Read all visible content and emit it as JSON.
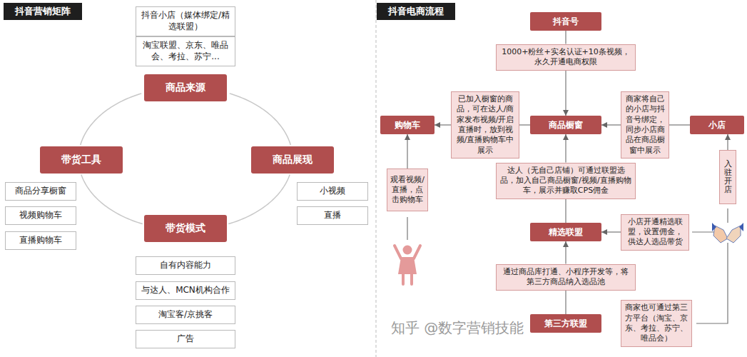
{
  "diagram": {
    "nodes": [
      {
        "text": [
          "抖音营销矩阵"
        ]
      },
      {
        "text": [
          "抖音小店（媒体绑定/精选联盟）"
        ]
      },
      {
        "text": [
          "淘宝联盟、京东、唯品会、考拉、苏宁..."
        ]
      },
      {
        "text": [
          "商品来源"
        ]
      },
      {
        "text": [
          "带货工具"
        ]
      },
      {
        "text": [
          "商品展现"
        ]
      },
      {
        "text": [
          "带货模式"
        ]
      },
      {
        "text": [
          "商品分享橱窗"
        ]
      },
      {
        "text": [
          "视频购物车"
        ]
      },
      {
        "text": [
          "直播购物车"
        ]
      },
      {
        "text": [
          "小视频"
        ]
      },
      {
        "text": [
          "直播"
        ]
      },
      {
        "text": [
          "自有内容能力"
        ]
      },
      {
        "text": [
          "与达人、MCN机构合作"
        ]
      },
      {
        "text": [
          "淘宝客/京挑客"
        ]
      },
      {
        "text": [
          "广告"
        ]
      },
      {
        "text": [
          "抖音电商流程"
        ]
      },
      {
        "text": [
          "抖音号"
        ]
      },
      {
        "text": [
          "1000+粉丝+实名认证+10条视频，永久开通电商权限"
        ]
      },
      {
        "text": [
          "已加入橱窗的商品，可在达人/商家发布视频/开启直播时，放到视频/直播购物车中展示"
        ]
      },
      {
        "text": [
          "商品橱窗"
        ]
      },
      {
        "text": [
          "商家将自己的小店与抖音号绑定，同步小店商品在商品橱窗中展示"
        ]
      },
      {
        "text": [
          "小店"
        ]
      },
      {
        "text": [
          "购物车"
        ]
      },
      {
        "text": [
          "观看视频/直播，点击购物车"
        ]
      },
      {
        "text": [
          "达人（无自己店铺）可通过联盟选品，加入自己商品橱窗/视频/直播购物车，展示并赚取CPS佣金"
        ]
      },
      {
        "text": [
          "入驻开店"
        ]
      },
      {
        "text": [
          "精选联盟"
        ]
      },
      {
        "text": [
          "小店开通精选联盟，设置佣金，供达人选品带货"
        ]
      },
      {
        "text": [
          "通过商品库打通、小程序开发等，将第三方商品纳入选品池"
        ]
      },
      {
        "text": [
          "第三方联盟"
        ]
      },
      {
        "text": [
          "商家也可通过第三方平台（淘宝、京东、考拉、苏宁、唯品会）"
        ]
      }
    ],
    "edges": [
      {
        "from": 3,
        "to": 5,
        "arrow": "none"
      },
      {
        "from": 5,
        "to": 6,
        "arrow": "none"
      },
      {
        "from": 6,
        "to": 4,
        "arrow": "none"
      },
      {
        "from": 4,
        "to": 3,
        "arrow": "none"
      },
      {
        "from": 17,
        "to": 18,
        "arrow": "none"
      },
      {
        "from": 18,
        "to": 20,
        "arrow": "to"
      },
      {
        "from": 20,
        "to": 19,
        "arrow": "none"
      },
      {
        "from": 19,
        "to": 23,
        "arrow": "to"
      },
      {
        "from": 22,
        "to": 21,
        "arrow": "none"
      },
      {
        "from": 21,
        "to": 20,
        "arrow": "to"
      },
      {
        "from": 27,
        "to": 25,
        "arrow": "none"
      },
      {
        "from": 25,
        "to": 20,
        "arrow": "to"
      },
      {
        "from": 28,
        "to": 27,
        "arrow": "to"
      },
      {
        "from": 30,
        "to": 29,
        "arrow": "none"
      },
      {
        "from": 29,
        "to": 27,
        "arrow": "to"
      },
      {
        "from": 24,
        "to": 23,
        "arrow": "to"
      },
      {
        "from": 26,
        "to": 22,
        "arrow": "to"
      }
    ],
    "labels": [
      "知乎 @数字营销技能"
    ]
  }
}
